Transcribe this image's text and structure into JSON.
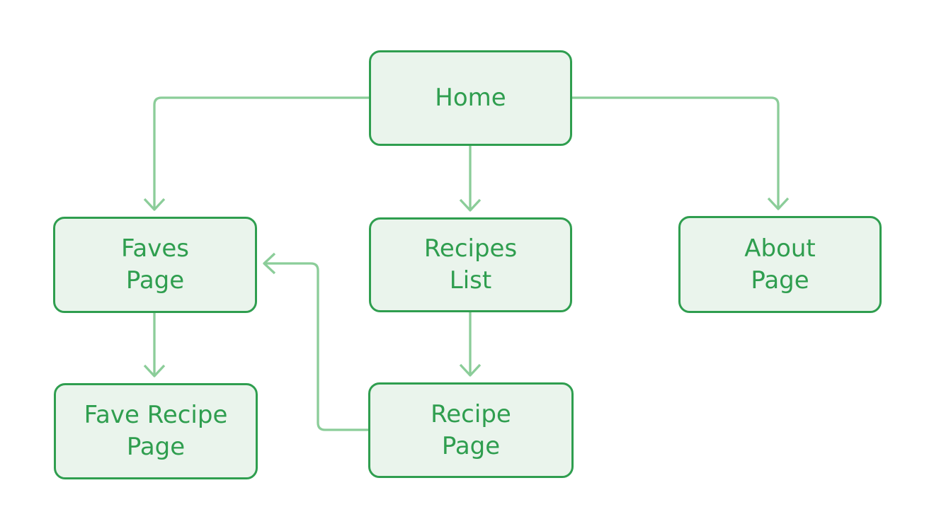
{
  "diagram": {
    "type": "sitemap-flowchart",
    "colors": {
      "node_fill": "#eaf4ec",
      "node_border": "#2f9e4f",
      "node_text": "#2f9e4f",
      "connector": "#8bcd99",
      "background": "#ffffff"
    },
    "nodes": [
      {
        "id": "home",
        "label": "Home"
      },
      {
        "id": "faves-page",
        "label": "Faves\nPage"
      },
      {
        "id": "recipes-list",
        "label": "Recipes\nList"
      },
      {
        "id": "about-page",
        "label": "About\nPage"
      },
      {
        "id": "fave-recipe-page",
        "label": "Fave Recipe\nPage"
      },
      {
        "id": "recipe-page",
        "label": "Recipe\nPage"
      }
    ],
    "edges": [
      {
        "from": "home",
        "to": "faves-page"
      },
      {
        "from": "home",
        "to": "recipes-list"
      },
      {
        "from": "home",
        "to": "about-page"
      },
      {
        "from": "faves-page",
        "to": "fave-recipe-page"
      },
      {
        "from": "recipes-list",
        "to": "recipe-page"
      },
      {
        "from": "recipe-page",
        "to": "faves-page"
      }
    ]
  }
}
